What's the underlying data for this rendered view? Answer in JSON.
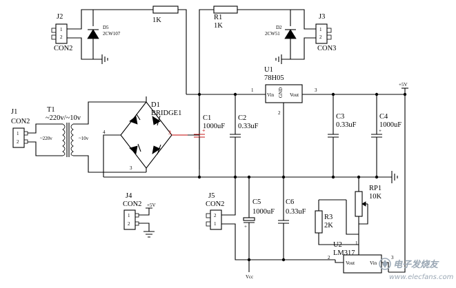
{
  "labels": {
    "j2": "J2",
    "j2_val": "CON2",
    "d5": "D5",
    "d5_val": "2CW107",
    "r_top": "1K",
    "r1": "R1",
    "r1_val": "1K",
    "d2": "D2",
    "d2_val": "2CW51",
    "j3": "J3",
    "j3_val": "CON3",
    "u1": "U1",
    "u1_val": "78H05",
    "vin": "Vin",
    "gnd": "GND",
    "vout": "Vout",
    "plus5v_top": "+5V",
    "j1": "J1",
    "j1_val": "CON2",
    "t1": "T1",
    "t1_val": "~220v/~10v",
    "t1_pri": "~220v",
    "t1_sec": "~10v",
    "d1": "D1",
    "d1_val": "BRIDGE1",
    "c1": "C1",
    "c1_val": "1000uF",
    "c2": "C2",
    "c2_val": "0.33uF",
    "c3": "C3",
    "c3_val": "0.33uF",
    "c4": "C4",
    "c4_val": "1000uF",
    "rp1": "RP1",
    "rp1_val": "10K",
    "j4": "J4",
    "j4_val": "CON2",
    "j4_plus5v": "+5V",
    "j5": "J5",
    "j5_val": "CON2",
    "c5": "C5",
    "c5_val": "1000uF",
    "c6": "C6",
    "c6_val": "0.33uF",
    "r3": "R3",
    "r3_val": "2K",
    "u2": "U2",
    "u2_val": "LM317",
    "u2_vout": "Vout",
    "u2_vin": "Vin",
    "vcc": "Vcc"
  },
  "pins": {
    "one": "1",
    "two": "2",
    "three": "3",
    "four": "4",
    "plus": "+"
  },
  "watermark": {
    "main": "电子发烧友",
    "url": "www.elecfans.com"
  },
  "colors": {
    "wire": "#000000",
    "red_pin": "#c00000",
    "watermark": "#9aa7b4"
  }
}
